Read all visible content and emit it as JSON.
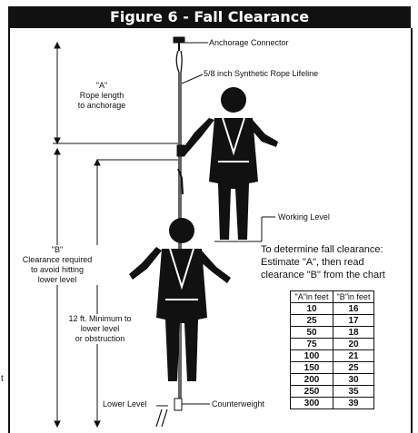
{
  "figure": {
    "title": "Figure 6 - Fall Clearance",
    "labels": {
      "anchorage_connector": "Anchorage Connector",
      "lifeline": "5/8 inch Synthetic Rope Lifeline",
      "a_line1": "\"A\"",
      "a_line2": "Rope length",
      "a_line3": "to anchorage",
      "working_level": "Working Level",
      "b_line1": "\"B\"",
      "b_line2": "Clearance required",
      "b_line3": "to avoid hitting",
      "b_line4": "lower level",
      "min_line1": "12 ft. Minimum to",
      "min_line2": "lower level",
      "min_line3": "or obstruction",
      "lower_level": "Lower Level",
      "counterweight": "Counterweight",
      "margin_letter": "t"
    },
    "instructions": {
      "line1": "To determine fall clearance:",
      "line2": "Estimate \"A\", then read",
      "line3": "clearance \"B\" from the chart"
    }
  },
  "chart_data": {
    "type": "table",
    "columns": [
      "\"A\"in feet",
      "\"B\"in feet"
    ],
    "rows": [
      [
        "10",
        "16"
      ],
      [
        "25",
        "17"
      ],
      [
        "50",
        "18"
      ],
      [
        "75",
        "20"
      ],
      [
        "100",
        "21"
      ],
      [
        "150",
        "25"
      ],
      [
        "200",
        "30"
      ],
      [
        "250",
        "35"
      ],
      [
        "300",
        "39"
      ]
    ]
  }
}
